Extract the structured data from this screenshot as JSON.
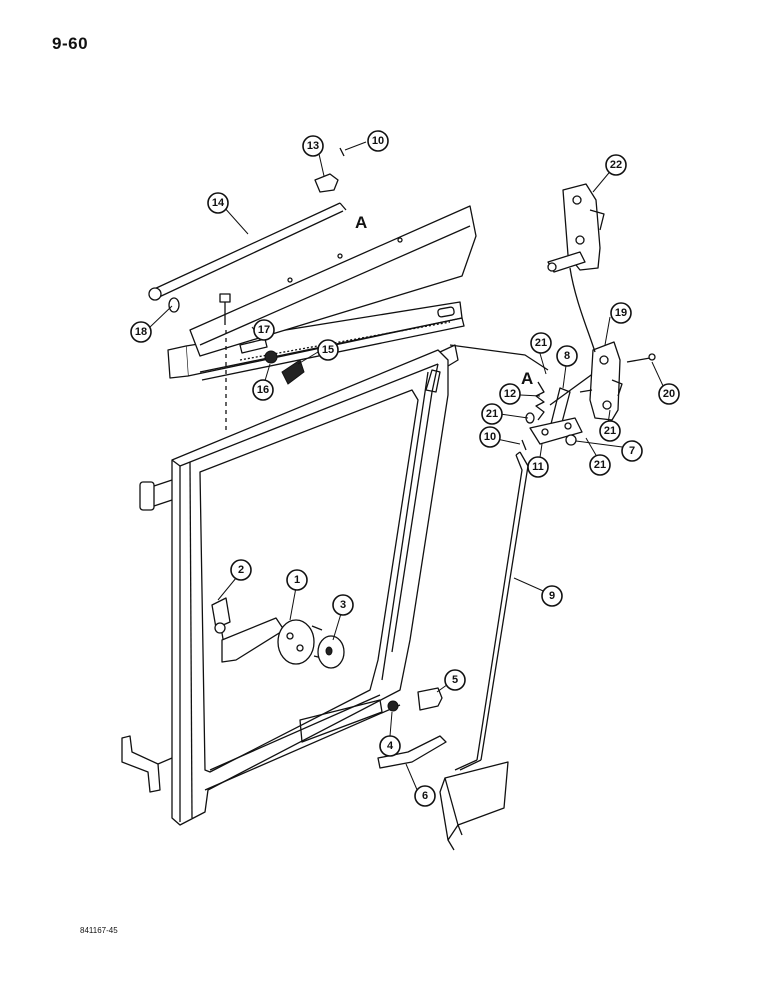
{
  "page_number": "9-60",
  "figure_id": "841167-45",
  "reference_marks": [
    "A",
    "A"
  ],
  "callouts": [
    "1",
    "2",
    "3",
    "4",
    "5",
    "6",
    "7",
    "8",
    "9",
    "10",
    "10",
    "11",
    "12",
    "13",
    "14",
    "15",
    "16",
    "17",
    "18",
    "19",
    "20",
    "21",
    "21",
    "21",
    "21",
    "22"
  ]
}
